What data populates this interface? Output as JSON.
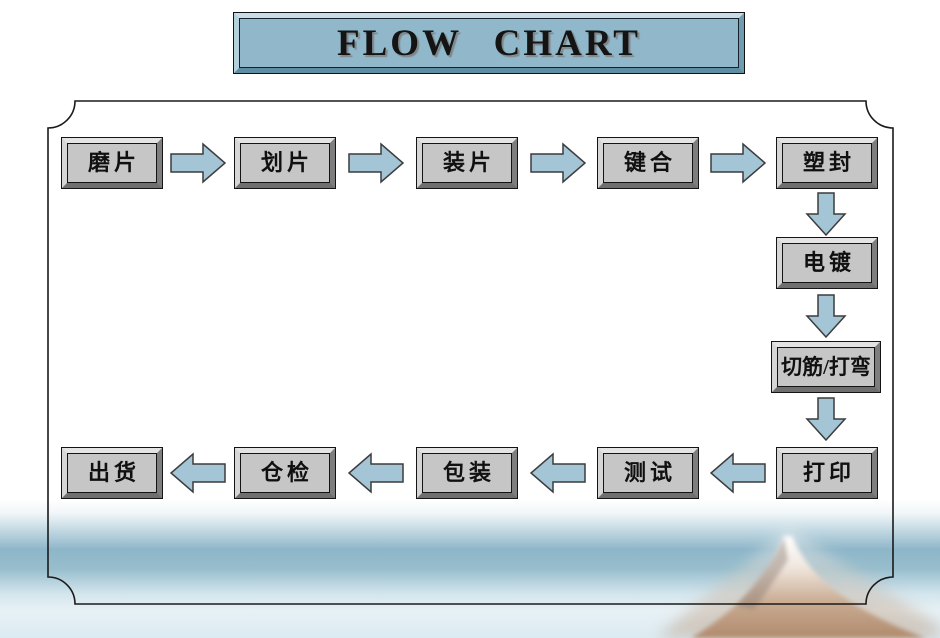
{
  "banner": {
    "title": "FLOW CHART"
  },
  "nodes": {
    "grinding": "磨片",
    "dicing": "划片",
    "die_attach": "装片",
    "bonding": "键合",
    "molding": "塑封",
    "plating": "电镀",
    "trim_form": "切筋/打弯",
    "marking": "打印",
    "testing": "测试",
    "packing": "包装",
    "warehouse_check": "仓检",
    "shipping": "出货"
  },
  "flow_sequence": [
    "磨片",
    "划片",
    "装片",
    "键合",
    "塑封",
    "电镀",
    "切筋/打弯",
    "打印",
    "测试",
    "包装",
    "仓检",
    "出货"
  ],
  "colors": {
    "banner_fill": "#90b7ca",
    "box_fill": "#c6c6c6",
    "arrow_fill": "#a3c5d6",
    "watercolor_blue": "#8db6c9",
    "mountain_tan": "#b08a6c",
    "border_line": "#141414"
  }
}
